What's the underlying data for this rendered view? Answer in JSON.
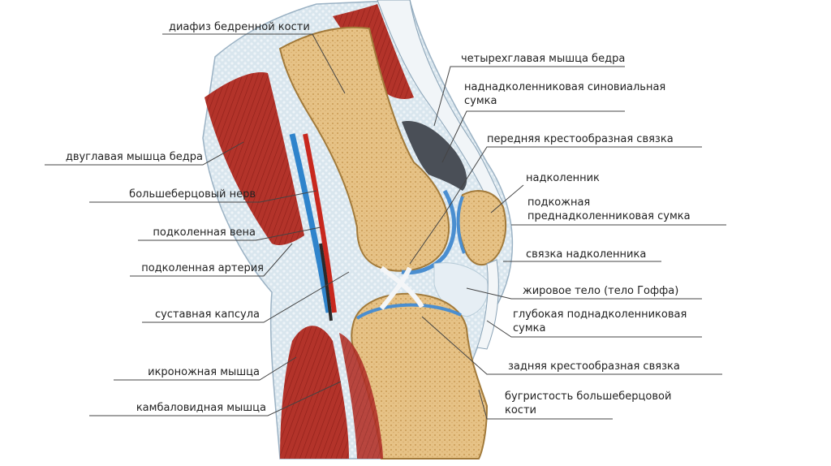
{
  "colors": {
    "bone": "#e8c48a",
    "bone_marrow": "#d9a860",
    "muscle": "#b8342c",
    "tissue": "#d9e6ee",
    "vein": "#2f84cc",
    "artery": "#c8281e",
    "leader_line": "#444444"
  },
  "labels_left": {
    "femur_shaft": "диафиз бедренной кости",
    "biceps_femoris": "двуглавая мышца бедра",
    "tibial_nerve": "большеберцовый нерв",
    "popliteal_vein": "подколенная вена",
    "popliteal_artery": "подколенная артерия",
    "joint_capsule": "суставная капсула",
    "gastrocnemius": "икроножная мышца",
    "soleus": "камбаловидная мышца"
  },
  "labels_right": {
    "quadriceps": "четырехглавая мышца бедра",
    "suprapatellar_bursa_1": "наднадколенниковая синовиальная",
    "suprapatellar_bursa_2": "сумка",
    "acl": "передняя крестообразная связка",
    "patella": "надколенник",
    "prepatellar_bursa_1": "подкожная",
    "prepatellar_bursa_2": "преднадколенниковая сумка",
    "patellar_ligament": "связка надколенника",
    "hoffa_fat_pad": "жировое тело (тело Гоффа)",
    "infrapatellar_bursa_1": "глубокая поднадколенниковая",
    "infrapatellar_bursa_2": "сумка",
    "pcl": "задняя крестообразная связка",
    "tibial_tuberosity_1": "бугристость большеберцовой",
    "tibial_tuberosity_2": "кости"
  }
}
